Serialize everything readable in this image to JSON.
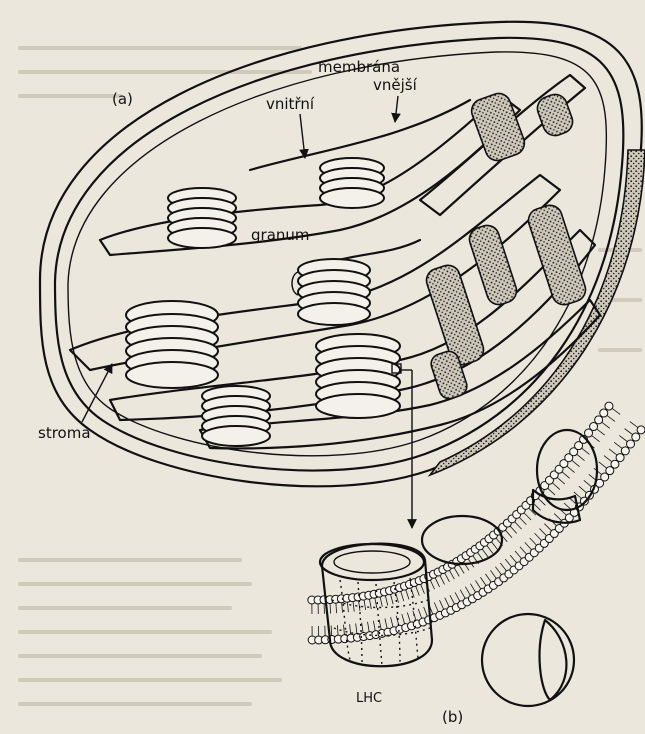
{
  "labels": {
    "panel_a": "(a)",
    "membrana": "membrána",
    "vnejsi": "vnější",
    "vnitrni": "vnitřní",
    "granum": "granum",
    "stroma": "stroma",
    "lhc": "LHC",
    "panel_b": "(b)"
  },
  "colors": {
    "ink": "#111111",
    "paper": "#f4f1ea",
    "background": "#ece7dc"
  }
}
